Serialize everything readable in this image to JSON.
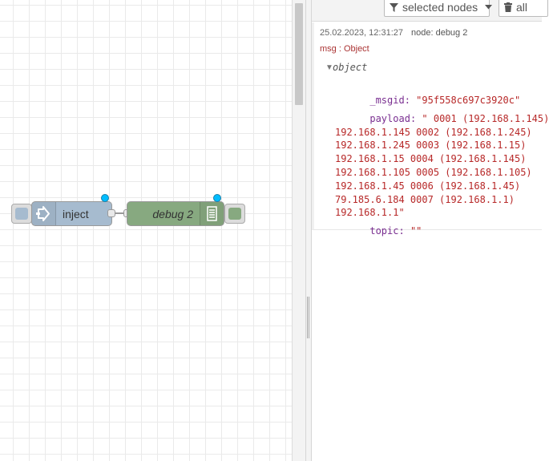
{
  "workspace": {
    "nodes": {
      "inject": {
        "label": "inject",
        "color": "#a6bbcf"
      },
      "debug": {
        "label": "debug 2",
        "color": "#87a980"
      }
    }
  },
  "sidebar": {
    "toolbar": {
      "filter_label": "selected nodes",
      "clear_label": "all"
    },
    "message": {
      "timestamp": "25.02.2023, 12:31:27",
      "node": "node: debug 2",
      "msg_type": "msg : Object",
      "object_label": "object",
      "msgid_key": "_msgid",
      "msgid_value": "\"95f558c697c3920c\"",
      "payload_key": "payload",
      "payload_lines": [
        "\" 0001 (192.168.1.145)",
        "192.168.1.145 0002 (192.168.1.245)",
        "192.168.1.245 0003 (192.168.1.15)",
        "192.168.1.15 0004 (192.168.1.145)",
        "192.168.1.105 0005 (192.168.1.105)",
        "192.168.1.45 0006 (192.168.1.45)",
        "79.185.6.184 0007 (192.168.1.1)",
        "192.168.1.1\""
      ],
      "topic_key": "topic",
      "topic_value": "\"\""
    }
  }
}
